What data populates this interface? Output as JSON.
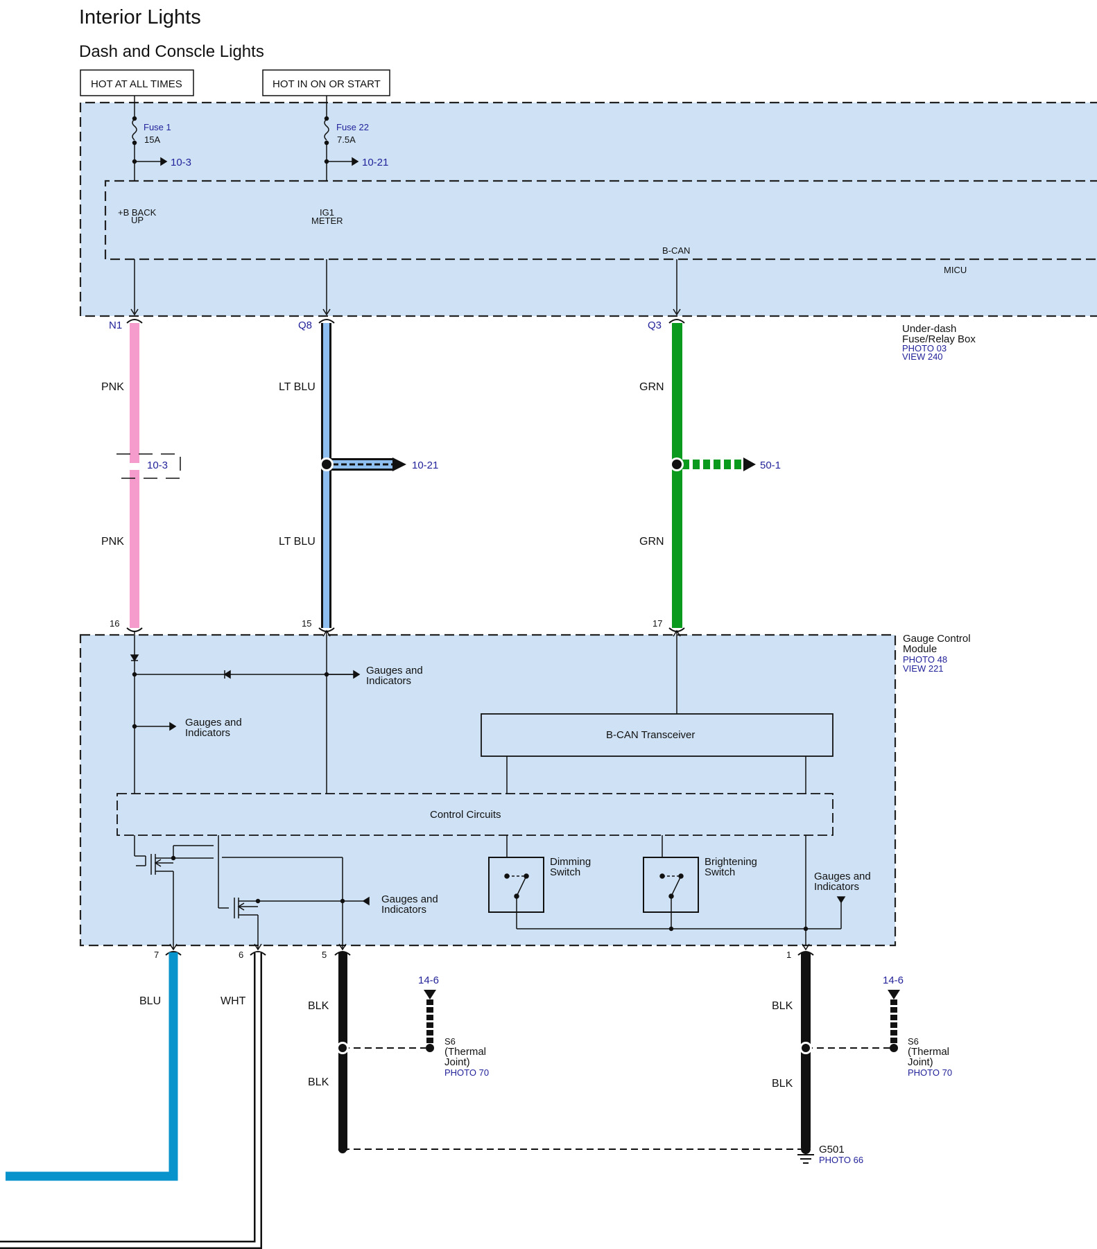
{
  "title": "Interior Lights",
  "subtitle": "Dash and Conscle Lights",
  "supply_boxes": {
    "hot_always": "HOT AT ALL TIMES",
    "hot_ig": "HOT IN ON OR START"
  },
  "fuses": {
    "fuse1_name": "Fuse 1",
    "fuse1_rating": "15A",
    "fuse1_ref": "10-3",
    "fuse22_name": "Fuse 22",
    "fuse22_rating": "7.5A",
    "fuse22_ref": "10-21"
  },
  "micu": {
    "label": "MICU",
    "backup_l1": "+B BACK",
    "backup_l2": "UP",
    "ig1_l1": "IG1",
    "ig1_l2": "METER",
    "bcan": "B-CAN"
  },
  "relay_box": {
    "l1": "Under-dash",
    "l2": "Fuse/Relay Box",
    "photo": "PHOTO 03",
    "view": "VIEW 240"
  },
  "connectors_top": {
    "n1": "N1",
    "q8": "Q8",
    "q3": "Q3"
  },
  "wires": {
    "pnk": "PNK",
    "ltblu": "LT BLU",
    "grn": "GRN",
    "blu": "BLU",
    "wht": "WHT",
    "blk": "BLK"
  },
  "refs": {
    "pnk_break": "10-3",
    "ltblu_branch": "10-21",
    "grn_branch": "50-1"
  },
  "gauge_pins": {
    "p16": "16",
    "p15": "15",
    "p17": "17",
    "p7": "7",
    "p6": "6",
    "p5": "5",
    "p1": "1"
  },
  "gcm": {
    "l1": "Gauge Control",
    "l2": "Module",
    "photo": "PHOTO 48",
    "view": "VIEW 221"
  },
  "internal": {
    "gi_a1": "Gauges and",
    "gi_a2": "Indicators",
    "gi_b1": "Gauges and",
    "gi_b2": "Indicators",
    "gi_c1": "Gauges and",
    "gi_c2": "Indicators",
    "gi_d1": "Gauges and",
    "gi_d2": "Indicators",
    "bcan_transceiver": "B-CAN Transceiver",
    "control_circuits": "Control Circuits",
    "dimming1": "Dimming",
    "dimming2": "Switch",
    "bright1": "Brightening",
    "bright2": "Switch"
  },
  "grounds": {
    "s6_ref": "14-6",
    "s6_l1": "S6",
    "s6_l2": "(Thermal",
    "s6_l3": "Joint)",
    "s6_photo": "PHOTO 70",
    "s6b_ref": "14-6",
    "s6b_l1": "S6",
    "s6b_l2": "(Thermal",
    "s6b_l3": "Joint)",
    "s6b_photo": "PHOTO 70",
    "g501": "G501",
    "g501_photo": "PHOTO 66"
  },
  "colors": {
    "panel": "#cfe2f5",
    "pnk": "#f59ccd",
    "ltblu": "#8fbff0",
    "grn": "#0a9a1e",
    "blu": "#0893cc",
    "blk": "#000000",
    "ref": "#22229a"
  }
}
